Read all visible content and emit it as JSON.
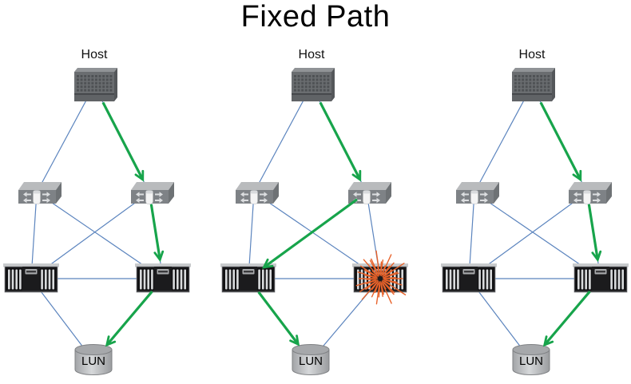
{
  "title": "Fixed Path",
  "colors": {
    "link_blue": "#5B84BE",
    "path_green": "#17A44B",
    "failure_orange": "#E8622A",
    "title_color": "#000000"
  },
  "blue_edges": [
    [
      "host",
      "switch-left"
    ],
    [
      "host",
      "switch-right"
    ],
    [
      "switch-left",
      "controller-left"
    ],
    [
      "switch-left",
      "controller-right"
    ],
    [
      "switch-right",
      "controller-left"
    ],
    [
      "switch-right",
      "controller-right"
    ],
    [
      "controller-left",
      "controller-right"
    ],
    [
      "controller-left",
      "lun"
    ],
    [
      "controller-right",
      "lun"
    ]
  ],
  "panels": [
    {
      "host_label": "Host",
      "lun_label": "LUN",
      "failed_node": null,
      "nodes": [
        {
          "id": "host",
          "type": "host"
        },
        {
          "id": "switch-left",
          "type": "fc-switch"
        },
        {
          "id": "switch-right",
          "type": "fc-switch"
        },
        {
          "id": "controller-left",
          "type": "storage-controller"
        },
        {
          "id": "controller-right",
          "type": "storage-controller"
        },
        {
          "id": "lun",
          "type": "lun"
        }
      ],
      "green_path": [
        [
          "host",
          "switch-right"
        ],
        [
          "switch-right",
          "controller-right"
        ],
        [
          "controller-right",
          "lun"
        ]
      ]
    },
    {
      "host_label": "Host",
      "lun_label": "LUN",
      "failed_node": "controller-right",
      "nodes": [
        {
          "id": "host",
          "type": "host"
        },
        {
          "id": "switch-left",
          "type": "fc-switch"
        },
        {
          "id": "switch-right",
          "type": "fc-switch"
        },
        {
          "id": "controller-left",
          "type": "storage-controller"
        },
        {
          "id": "controller-right",
          "type": "storage-controller"
        },
        {
          "id": "lun",
          "type": "lun"
        }
      ],
      "green_path": [
        [
          "host",
          "switch-right"
        ],
        [
          "switch-right",
          "controller-left"
        ],
        [
          "controller-left",
          "lun"
        ]
      ]
    },
    {
      "host_label": "Host",
      "lun_label": "LUN",
      "failed_node": null,
      "nodes": [
        {
          "id": "host",
          "type": "host"
        },
        {
          "id": "switch-left",
          "type": "fc-switch"
        },
        {
          "id": "switch-right",
          "type": "fc-switch"
        },
        {
          "id": "controller-left",
          "type": "storage-controller"
        },
        {
          "id": "controller-right",
          "type": "storage-controller"
        },
        {
          "id": "lun",
          "type": "lun"
        }
      ],
      "green_path": [
        [
          "host",
          "switch-right"
        ],
        [
          "switch-right",
          "controller-right"
        ],
        [
          "controller-right",
          "lun"
        ]
      ]
    }
  ]
}
